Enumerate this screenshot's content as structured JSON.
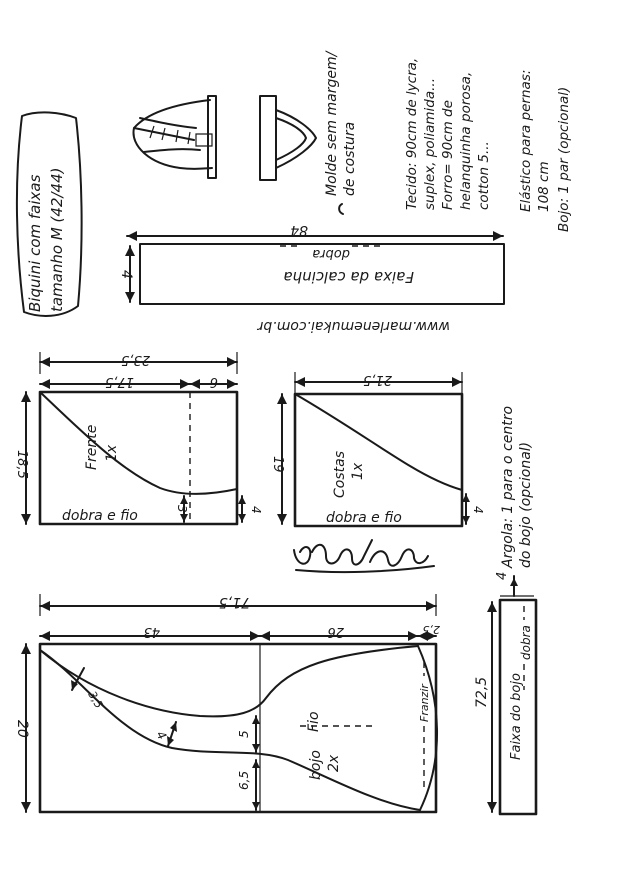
{
  "title": {
    "line1": "Biquini com faixas",
    "line2": "tamanho M (42/44)"
  },
  "illustration_note": {
    "line1": "Molde sem margem/",
    "line2": "de costura"
  },
  "materials": {
    "l1": "Tecido: 90cm de lycra,",
    "l2": "suplex, poliamida...",
    "l3": "Forro= 90cm de",
    "l4": "helanquinha porosa,",
    "l5": "cotton 5...",
    "l6": "Elástico para pernas:",
    "l7": "108 cm",
    "l8": "Bojo: 1 par (opcional)"
  },
  "website": "www.marlenemukai.com.br",
  "faixa_calcinha": {
    "label": "Faixa da calcinha",
    "fold": "dobra",
    "width": "84",
    "height": "4"
  },
  "frente": {
    "name": "Frente",
    "count": "1x",
    "fold": "dobra e fio",
    "total_width": "23,5",
    "w1": "17,5",
    "w2": "6",
    "height": "18,5",
    "h_small": "3",
    "h_edge": "4"
  },
  "costas": {
    "name": "Costas",
    "count": "1x",
    "fold": "dobra e fio",
    "width": "21,5",
    "height": "19",
    "h_edge": "4"
  },
  "argola": {
    "line1": "Argola: 1 para o centro",
    "line2": "do bojo (opcional)"
  },
  "bojo": {
    "name": "bojo",
    "count": "2x",
    "grain": "Fio",
    "gather": "Franzir",
    "total_width": "71,5",
    "w1": "43",
    "w2": "26",
    "w3": "2,5",
    "height": "20",
    "d1": "3,5",
    "d2": "4",
    "d3": "5",
    "d4": "6,5"
  },
  "faixa_bojo": {
    "label": "Faixa do bojo",
    "fold": "dobra",
    "length": "72,5",
    "height": "4"
  }
}
